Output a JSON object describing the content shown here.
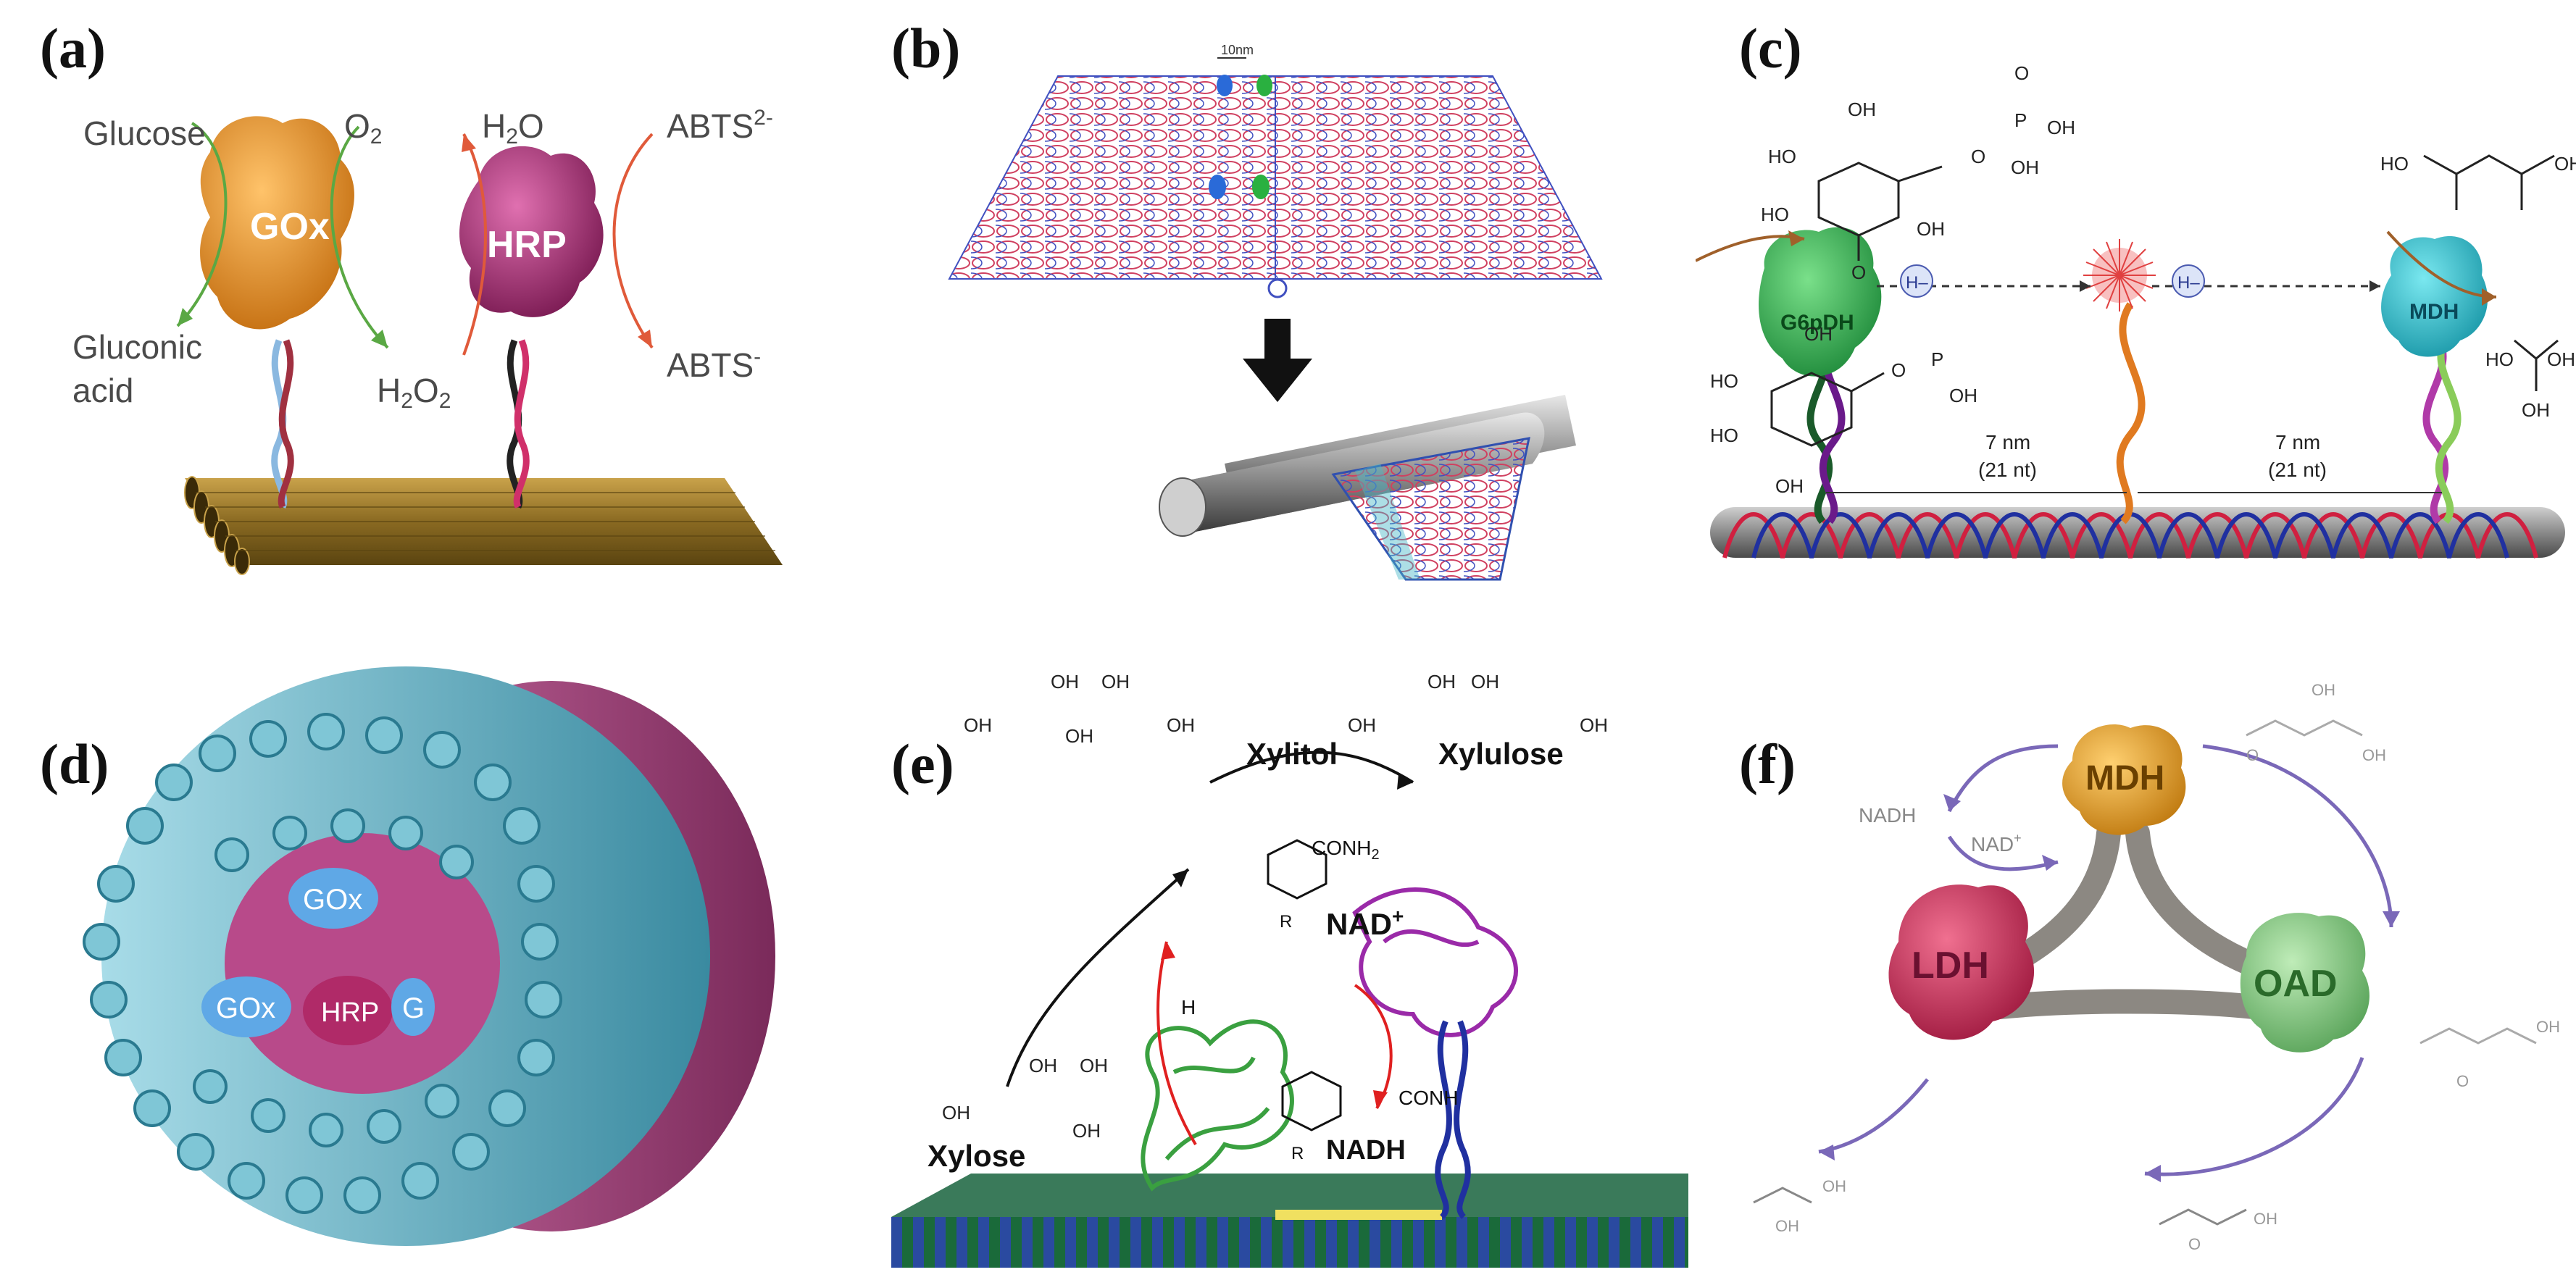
{
  "panels": {
    "a": {
      "label": "(a)",
      "glucose": "Glucose",
      "o2": "O",
      "o2_sub": "2",
      "h2o_h": "H",
      "h2o_sub": "2",
      "h2o_o": "O",
      "abts2": "ABTS",
      "abts2_sup": "2-",
      "gluconic_1": "Gluconic",
      "gluconic_2": "acid",
      "h2o2_h": "H",
      "h2o2_sub1": "2",
      "h2o2_o": "O",
      "h2o2_sub2": "2",
      "abts_minus": "ABTS",
      "abts_minus_sup": "-",
      "gox": "GOx",
      "hrp": "HRP"
    },
    "b": {
      "label": "(b)",
      "scale_text": "10nm"
    },
    "c": {
      "label": "(c)",
      "enzyme_left": "G6pDH",
      "enzyme_right": "MDH",
      "hydride": "H–",
      "dist_left_1": "7 nm",
      "dist_left_2": "(21 nt)",
      "dist_right_1": "7 nm",
      "dist_right_2": "(21 nt)",
      "oh": "OH",
      "ho": "HO",
      "o": "O",
      "p": "P"
    },
    "d": {
      "label": "(d)",
      "gox_top": "GOx",
      "gox_left": "GOx",
      "hrp": "HRP",
      "g_partial": "G"
    },
    "e": {
      "label": "(e)",
      "xylitol": "Xylitol",
      "xylulose": "Xylulose",
      "xylose": "Xylose",
      "nad": "NAD",
      "nad_sup": "+",
      "nadh": "NADH",
      "conh2": "CONH",
      "conh2_sub": "2",
      "conh": "CONH",
      "r": "R",
      "h": "H",
      "oh": "OH"
    },
    "f": {
      "label": "(f)",
      "mdh": "MDH",
      "ldh": "LDH",
      "oad": "OAD",
      "nadh": "NADH",
      "nad": "NAD",
      "nad_sup": "+",
      "oh": "OH",
      "o": "O"
    }
  },
  "colors": {
    "gox_orange": "#e8962a",
    "hrp_magenta": "#b0307a",
    "arrow_green": "#5aa844",
    "arrow_red": "#e05a3a",
    "origami_tan": "#8a6a22",
    "teal_tube": "#7fc6d6",
    "pink_tube": "#b04a86",
    "gox_blue": "#5fa8e6",
    "mdh_gold": "#e8a830",
    "ldh_pink": "#d8406a",
    "oad_green": "#8acc88",
    "scaffold_gray": "#8c8882",
    "arrow_purple": "#7a68b8"
  }
}
